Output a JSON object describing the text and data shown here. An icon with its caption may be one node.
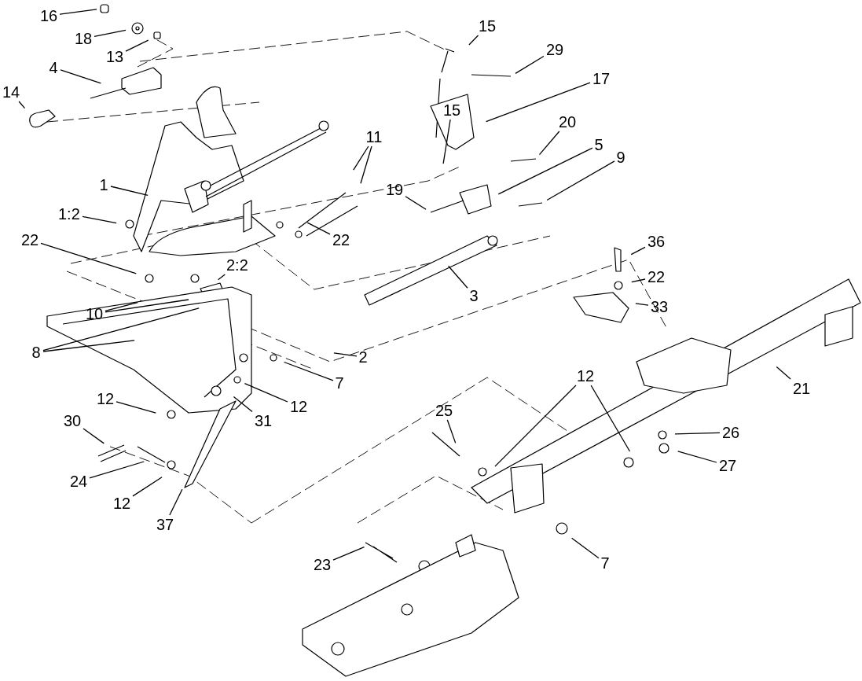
{
  "diagram": {
    "nodes": [
      {
        "text": [
          "16"
        ]
      },
      {
        "text": [
          "18"
        ]
      },
      {
        "text": [
          "13"
        ]
      },
      {
        "text": [
          "4"
        ]
      },
      {
        "text": [
          "14"
        ]
      },
      {
        "text": [
          "15"
        ]
      },
      {
        "text": [
          "29"
        ]
      },
      {
        "text": [
          "17"
        ]
      },
      {
        "text": [
          "15"
        ]
      },
      {
        "text": [
          "11"
        ]
      },
      {
        "text": [
          "20"
        ]
      },
      {
        "text": [
          "5"
        ]
      },
      {
        "text": [
          "9"
        ]
      },
      {
        "text": [
          "1"
        ]
      },
      {
        "text": [
          "19"
        ]
      },
      {
        "text": [
          "1:2"
        ]
      },
      {
        "text": [
          "22"
        ]
      },
      {
        "text": [
          "22"
        ]
      },
      {
        "text": [
          "2:2"
        ]
      },
      {
        "text": [
          "3"
        ]
      },
      {
        "text": [
          "36"
        ]
      },
      {
        "text": [
          "22"
        ]
      },
      {
        "text": [
          "10"
        ]
      },
      {
        "text": [
          "8"
        ]
      },
      {
        "text": [
          "33"
        ]
      },
      {
        "text": [
          "2"
        ]
      },
      {
        "text": [
          "7"
        ]
      },
      {
        "text": [
          "12"
        ]
      },
      {
        "text": [
          "31"
        ]
      },
      {
        "text": [
          "12"
        ]
      },
      {
        "text": [
          "21"
        ]
      },
      {
        "text": [
          "12"
        ]
      },
      {
        "text": [
          "30"
        ]
      },
      {
        "text": [
          "26"
        ]
      },
      {
        "text": [
          "25"
        ]
      },
      {
        "text": [
          "27"
        ]
      },
      {
        "text": [
          "24"
        ]
      },
      {
        "text": [
          "12"
        ]
      },
      {
        "text": [
          "7"
        ]
      },
      {
        "text": [
          "37"
        ]
      },
      {
        "text": [
          "23"
        ]
      }
    ],
    "edges": [
      {
        "from": 0,
        "to": null,
        "arrow": "none"
      },
      {
        "from": 1,
        "to": null,
        "arrow": "none"
      },
      {
        "from": 2,
        "to": null,
        "arrow": "none"
      },
      {
        "from": 3,
        "to": null,
        "arrow": "none"
      },
      {
        "from": 4,
        "to": null,
        "arrow": "none"
      },
      {
        "from": 5,
        "to": null,
        "arrow": "none"
      },
      {
        "from": 6,
        "to": null,
        "arrow": "none"
      },
      {
        "from": 7,
        "to": null,
        "arrow": "none"
      },
      {
        "from": 8,
        "to": null,
        "arrow": "none"
      },
      {
        "from": 9,
        "to": null,
        "arrow": "none"
      },
      {
        "from": 9,
        "to": null,
        "arrow": "none"
      },
      {
        "from": 10,
        "to": null,
        "arrow": "none"
      },
      {
        "from": 11,
        "to": null,
        "arrow": "none"
      },
      {
        "from": 12,
        "to": null,
        "arrow": "none"
      },
      {
        "from": 13,
        "to": null,
        "arrow": "none"
      },
      {
        "from": 14,
        "to": null,
        "arrow": "none"
      },
      {
        "from": 15,
        "to": null,
        "arrow": "none"
      },
      {
        "from": 16,
        "to": null,
        "arrow": "none"
      },
      {
        "from": 17,
        "to": null,
        "arrow": "none"
      },
      {
        "from": 18,
        "to": null,
        "arrow": "none"
      },
      {
        "from": 19,
        "to": null,
        "arrow": "none"
      },
      {
        "from": 20,
        "to": null,
        "arrow": "none"
      },
      {
        "from": 21,
        "to": null,
        "arrow": "none"
      },
      {
        "from": 22,
        "to": null,
        "arrow": "none"
      },
      {
        "from": 22,
        "to": null,
        "arrow": "none"
      },
      {
        "from": 23,
        "to": null,
        "arrow": "none"
      },
      {
        "from": 23,
        "to": null,
        "arrow": "none"
      },
      {
        "from": 24,
        "to": null,
        "arrow": "none"
      },
      {
        "from": 25,
        "to": null,
        "arrow": "none"
      },
      {
        "from": 26,
        "to": null,
        "arrow": "none"
      },
      {
        "from": 27,
        "to": null,
        "arrow": "none"
      },
      {
        "from": 28,
        "to": null,
        "arrow": "none"
      },
      {
        "from": 29,
        "to": null,
        "arrow": "none"
      },
      {
        "from": 30,
        "to": null,
        "arrow": "none"
      },
      {
        "from": 31,
        "to": null,
        "arrow": "none"
      },
      {
        "from": 31,
        "to": null,
        "arrow": "none"
      },
      {
        "from": 32,
        "to": null,
        "arrow": "none"
      },
      {
        "from": 33,
        "to": null,
        "arrow": "none"
      },
      {
        "from": 34,
        "to": null,
        "arrow": "none"
      },
      {
        "from": 35,
        "to": null,
        "arrow": "none"
      },
      {
        "from": 36,
        "to": null,
        "arrow": "none"
      },
      {
        "from": 37,
        "to": null,
        "arrow": "none"
      },
      {
        "from": 38,
        "to": null,
        "arrow": "none"
      },
      {
        "from": 39,
        "to": null,
        "arrow": "none"
      },
      {
        "from": 40,
        "to": null,
        "arrow": "none"
      }
    ]
  }
}
